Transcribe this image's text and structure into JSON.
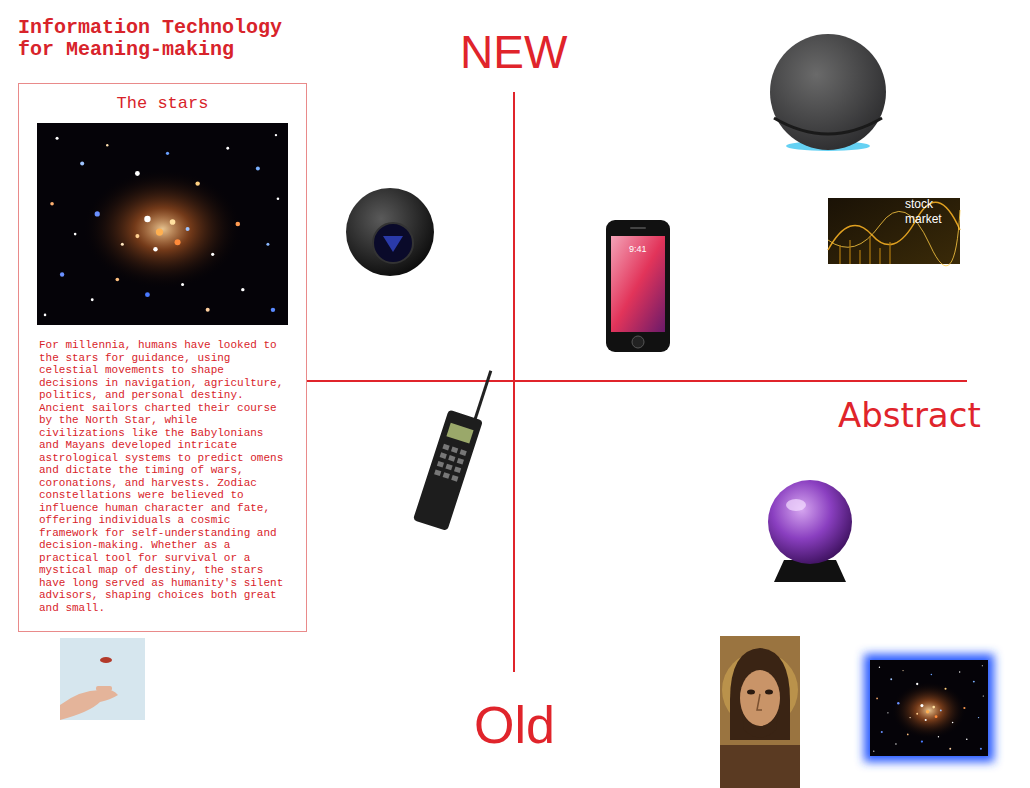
{
  "diagram": {
    "title": "Information Technology for Meaning-making",
    "nodes": [
      {
        "text": [
          "The stars",
          "For millennia, humans have looked to the stars for guidance, using celestial movements to shape decisions in navigation, agriculture, politics, and personal destiny. Ancient sailors charted their course by the North Star, while civilizations like the Babylonians and Mayans developed intricate astrological systems to predict omens and dictate the timing of wars, coronations, and harvests. Zodiac constellations were believed to influence human character and fate, offering individuals a cosmic framework for self-understanding and decision-making. Whether as a practical tool for survival or a mystical map of destiny, the stars have long served as humanity's silent advisors, shaping choices both great and small."
        ]
      }
    ],
    "labels": [
      "NEW",
      "stock market",
      "9:41",
      "Abstract",
      "Old"
    ]
  }
}
